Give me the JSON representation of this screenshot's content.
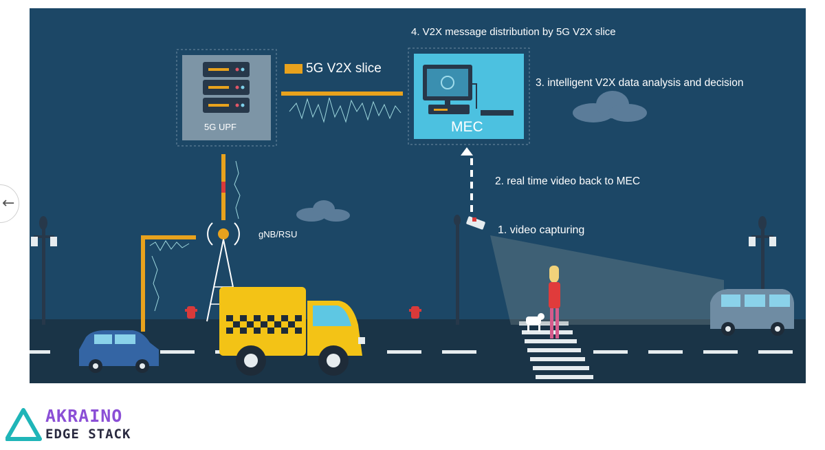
{
  "diagram": {
    "steps": {
      "step4": "4. V2X message distribution by 5G V2X slice",
      "step3": "3. intelligent V2X data analysis and decision",
      "step2": "2. real time video back to MEC",
      "step1": "1. video capturing"
    },
    "nodes": {
      "upf": "5G UPF",
      "mec": "MEC",
      "gnb": "gNB/RSU"
    },
    "slice_label": "5G V2X slice"
  },
  "logo": {
    "line1": "AKRAINO",
    "line2": "EDGE STACK"
  },
  "colors": {
    "sky": "#1c4766",
    "road": "#1a3447",
    "accent_orange": "#e8a21d",
    "mec_cyan": "#4cc1e0",
    "logo_purple": "#8b4fd6",
    "logo_cyan": "#1fb5b8",
    "taxi_yellow": "#f3c316"
  }
}
